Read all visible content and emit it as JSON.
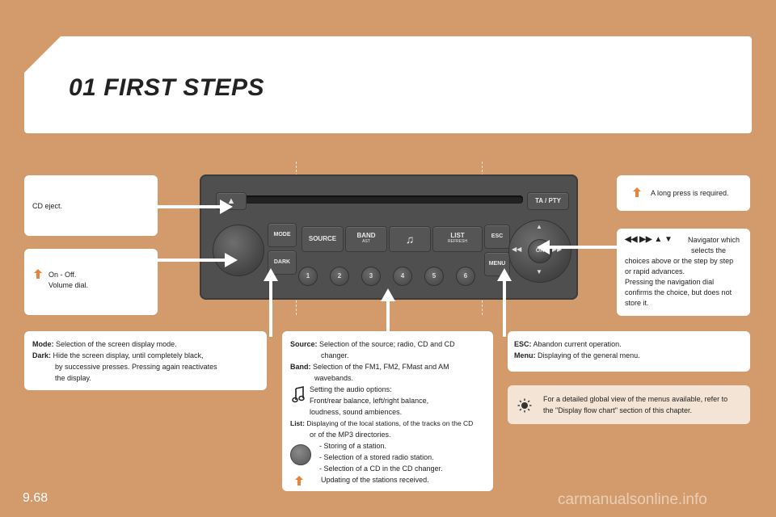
{
  "header": {
    "title": "01 FIRST STEPS"
  },
  "cards": {
    "cd_eject": "CD eject.",
    "onoff_line1": "On - Off.",
    "onoff_line2": "Volume dial.",
    "long_press": "A long press is required.",
    "navigator": {
      "symbols": "◀◀  ▶▶  ▲  ▼",
      "line1": "Navigator which",
      "line2": "selects the",
      "line3": "choices above or the step by step",
      "line4": "or rapid advances.",
      "line5": "Pressing the navigation dial",
      "line6": "confirms the choice, but does not",
      "line7": "store it."
    },
    "mode": {
      "mode_label": "Mode:",
      "mode_text": "Selection of the screen display mode.",
      "dark_label": "Dark:",
      "dark_text1": "Hide the screen display, until completely black,",
      "dark_text2": "by successive presses. Pressing again reactivates",
      "dark_text3": "the display."
    },
    "source": {
      "source_label": "Source:",
      "source_text1": "Selection of the source; radio, CD and CD",
      "source_text2": "changer.",
      "band_label": "Band:",
      "band_text1": "Selection of the FM1, FM2, FMast and AM",
      "band_text2": "wavebands.",
      "audio_text1": "Setting the audio options:",
      "audio_text2": "Front/rear balance, left/right balance,",
      "audio_text3": "loudness, sound ambiences.",
      "list_label": "List:",
      "list_text1": "Displaying of the local stations, of the tracks on the CD",
      "list_text2": "or of the MP3 directories.",
      "preset_line1": "-      Storing of a station.",
      "preset_line2": "-      Selection of a stored radio station.",
      "preset_line3": "-      Selection of a CD in the CD changer.",
      "preset_line4": "Updating of the stations received."
    },
    "esc": {
      "esc_label": "ESC:",
      "esc_text": "Abandon current operation.",
      "menu_label": "Menu:",
      "menu_text": "Displaying of the general menu."
    },
    "tip": {
      "line1": "For a detailed global view of the menus available, refer to",
      "line2": "the \"Display flow chart\" section of this chapter."
    }
  },
  "radio": {
    "ta_pty": "TA / PTY",
    "mode": "MODE",
    "dark": "DARK",
    "source": "SOURCE",
    "band": "BAND",
    "band_sub": "AST",
    "list": "LIST",
    "list_sub": "REFRESH",
    "esc": "ESC",
    "menu": "MENU",
    "ok": "OK",
    "presets": [
      "1",
      "2",
      "3",
      "4",
      "5",
      "6"
    ]
  },
  "footer": {
    "page": "9.68",
    "watermark": "carmanualsonline.info"
  },
  "colors": {
    "background": "#d39a6c",
    "accent": "#e8833a",
    "radio": "#4f4f4f"
  }
}
